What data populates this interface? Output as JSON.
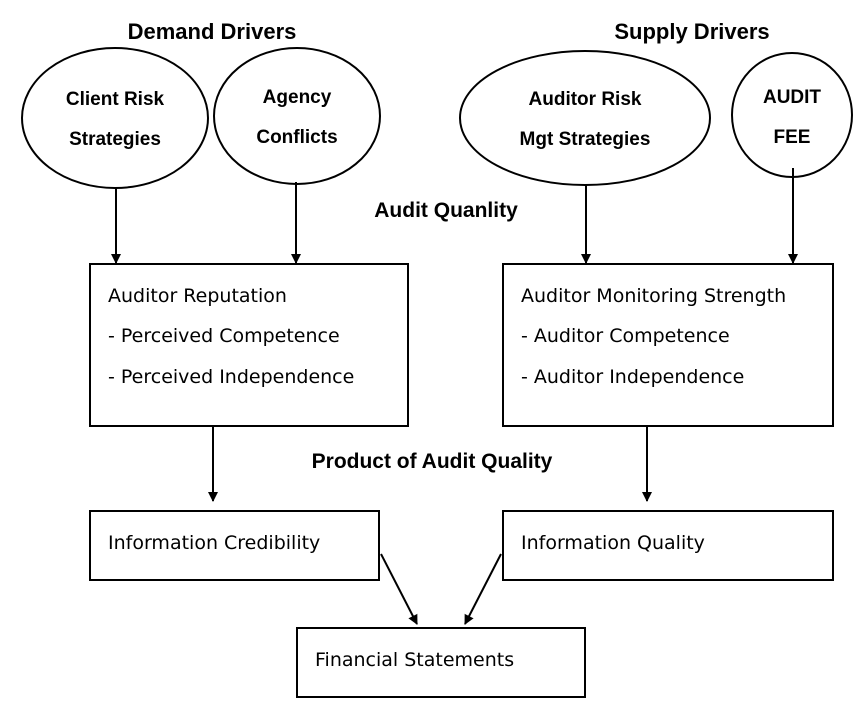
{
  "headings": {
    "demand": "Demand Drivers",
    "supply": "Supply Drivers",
    "audit_quality": "Audit Quanlity",
    "product": "Product of Audit Quality"
  },
  "ovals": {
    "client_risk": {
      "line1": "Client Risk",
      "line2": "Strategies"
    },
    "agency": {
      "line1": "Agency",
      "line2": "Conflicts"
    },
    "auditor_risk": {
      "line1": "Auditor Risk",
      "line2": "Mgt Strategies"
    },
    "audit_fee": {
      "line1": "AUDIT",
      "line2": "FEE"
    }
  },
  "boxes": {
    "reputation": {
      "title": "Auditor Reputation",
      "item1": "- Perceived Competence",
      "item2": "- Perceived Independence"
    },
    "monitoring": {
      "title": "Auditor Monitoring Strength",
      "item1": "- Auditor Competence",
      "item2": "- Auditor  Independence"
    },
    "credibility": {
      "title": "Information Credibility"
    },
    "info_quality": {
      "title": "Information Quality"
    },
    "financial": {
      "title": "Financial Statements"
    }
  }
}
